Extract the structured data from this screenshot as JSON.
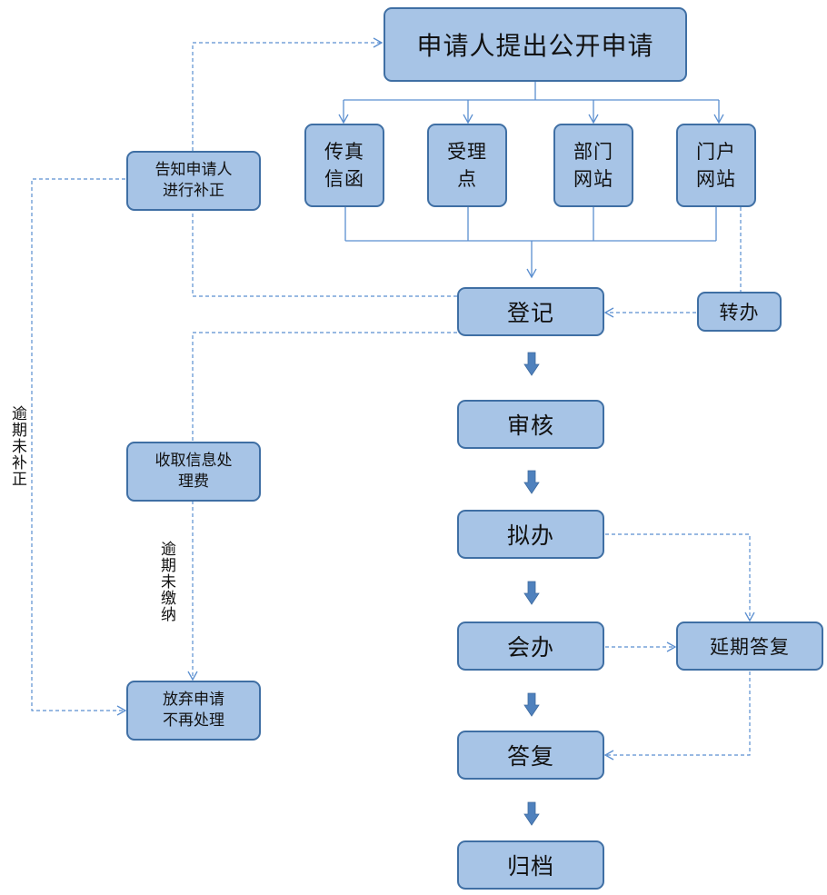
{
  "diagram": {
    "start": "申请人提出公开申请",
    "channels": [
      "传真\n信函",
      "受理\n点",
      "部门\n网站",
      "门户\n网站"
    ],
    "main_steps": [
      "登记",
      "审核",
      "拟办",
      "会办",
      "答复",
      "归档"
    ],
    "transfer": "转办",
    "notify": "告知申请人\n进行补正",
    "fee": "收取信息处\n理费",
    "abandon": "放弃申请\n不再处理",
    "extend": "延期答复",
    "overdue_correction": "逾期未补正",
    "overdue_payment": "逾期未缴纳"
  },
  "colors": {
    "box_fill": "#a7c4e6",
    "box_border": "#3f6fa4",
    "line": "#5b8fd0",
    "arrow_fill": "#4f81bd"
  }
}
